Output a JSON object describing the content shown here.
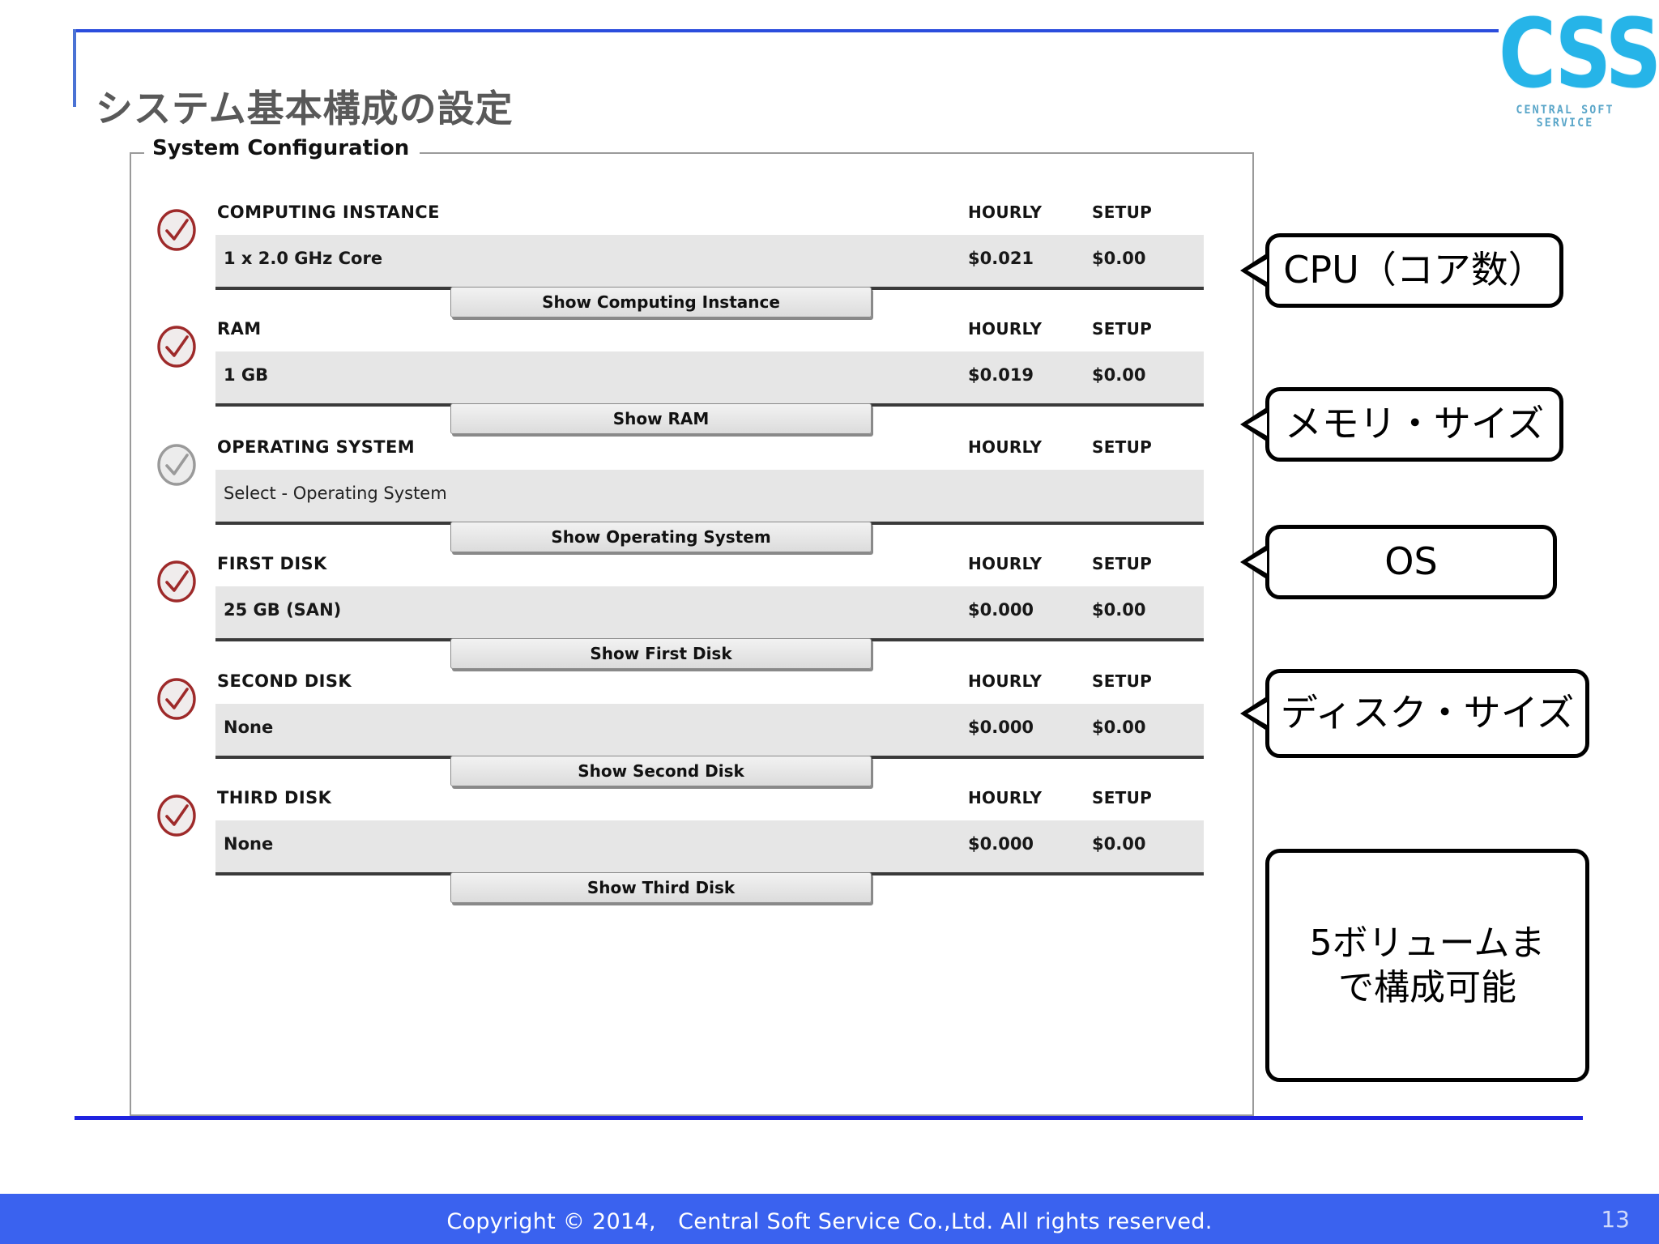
{
  "slide": {
    "title": "システム基本構成の設定",
    "page_number": "13"
  },
  "logo": {
    "mark": "CSS",
    "tagline": "CENTRAL SOFT SERVICE"
  },
  "group": {
    "legend": "System Configuration"
  },
  "columns": {
    "hourly": "HOURLY",
    "setup": "SETUP"
  },
  "sections": [
    {
      "title": "COMPUTING INSTANCE",
      "value": "1 x 2.0 GHz Core",
      "hourly": "$0.021",
      "setup": "$0.00",
      "button": "Show Computing Instance",
      "check_state": "checked-red"
    },
    {
      "title": "RAM",
      "value": "1 GB",
      "hourly": "$0.019",
      "setup": "$0.00",
      "button": "Show RAM",
      "check_state": "checked-red"
    },
    {
      "title": "OPERATING SYSTEM",
      "value": "Select - Operating System",
      "hourly": "",
      "setup": "",
      "button": "Show Operating System",
      "check_state": "checked-gray"
    },
    {
      "title": "FIRST DISK",
      "value": "25 GB (SAN)",
      "hourly": "$0.000",
      "setup": "$0.00",
      "button": "Show First Disk",
      "check_state": "checked-red"
    },
    {
      "title": "SECOND DISK",
      "value": "None",
      "hourly": "$0.000",
      "setup": "$0.00",
      "button": "Show Second Disk",
      "check_state": "checked-red"
    },
    {
      "title": "THIRD DISK",
      "value": "None",
      "hourly": "$0.000",
      "setup": "$0.00",
      "button": "Show Third Disk",
      "check_state": "checked-red"
    }
  ],
  "callouts": [
    {
      "text": "CPU（コア数）",
      "lines": [
        "CPU（コア数）"
      ],
      "has_tail": true
    },
    {
      "text": "メモリ・サイズ",
      "lines": [
        "メモリ・サイズ"
      ],
      "has_tail": true
    },
    {
      "text": "OS",
      "lines": [
        "OS"
      ],
      "has_tail": true
    },
    {
      "text": "ディスク・サイズ",
      "lines": [
        "ディスク・サイズ"
      ],
      "has_tail": true
    },
    {
      "text": "5ボリュームまで構成可能",
      "lines": [
        "5ボリュームま",
        "で構成可能"
      ],
      "has_tail": false
    }
  ],
  "footer": {
    "copyright": "Copyright © 2014,　Central Soft Service Co.,Ltd. All rights reserved."
  },
  "colors": {
    "accent_blue": "#3a62ef",
    "title_gray": "#595959",
    "logo_cyan": "#26b4e8",
    "check_red": "#9e2a2a",
    "check_gray": "#9a9a9a",
    "row_gray": "#e6e6e6"
  }
}
